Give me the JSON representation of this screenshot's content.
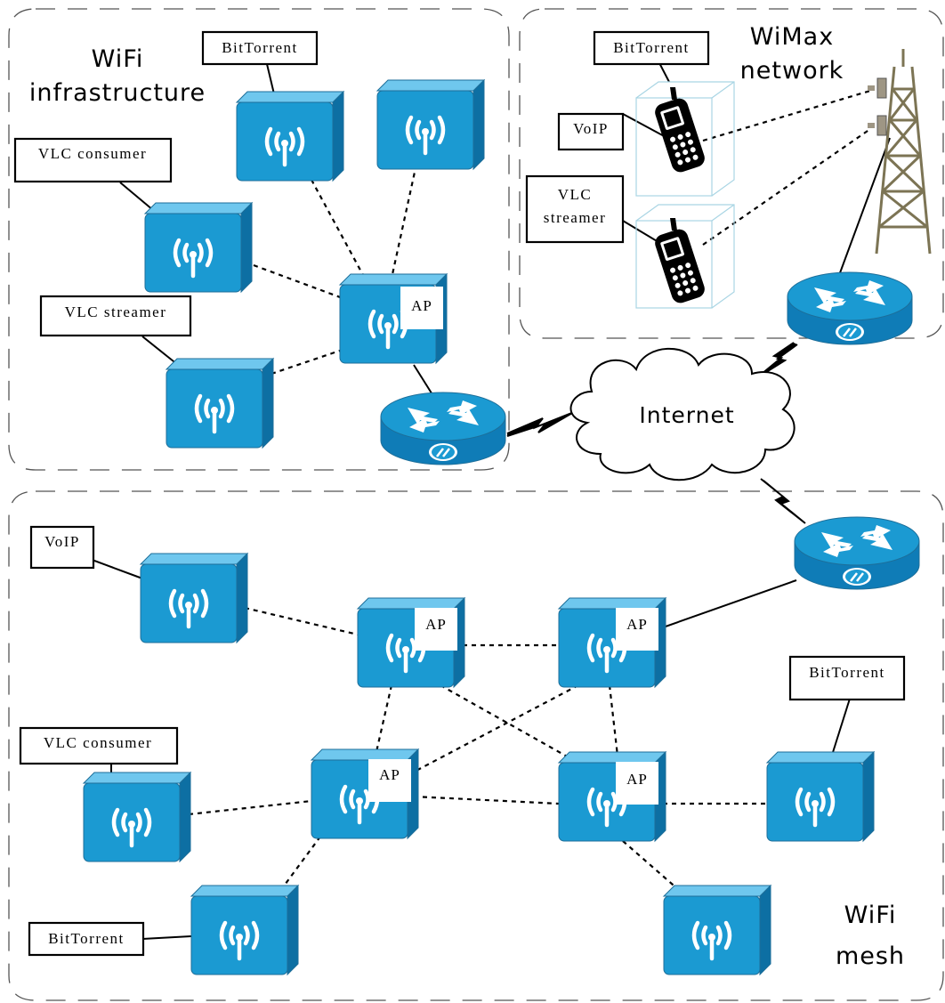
{
  "regions": {
    "wifi_infrastructure": [
      "WiFi",
      "infrastructure"
    ],
    "wimax_network": [
      "WiMax",
      "network"
    ],
    "wifi_mesh": [
      "WiFi",
      "mesh"
    ]
  },
  "cloud": {
    "label": "Internet"
  },
  "ap_label": "AP",
  "infra_labels": {
    "bittorrent": "BitTorrent",
    "vlc_consumer": "VLC consumer",
    "vlc_streamer": "VLC streamer"
  },
  "wimax_labels": {
    "bittorrent": "BitTorrent",
    "voip": "VoIP",
    "vlc_streamer": [
      "VLC",
      "streamer"
    ]
  },
  "mesh_labels": {
    "voip": "VoIP",
    "vlc_consumer": "VLC consumer",
    "bittorrent_left": "BitTorrent",
    "bittorrent_right": "BitTorrent"
  },
  "colors": {
    "device_front": "#1b9ad2",
    "device_top": "#6fc7ee",
    "device_side": "#0d6fa3",
    "router": "#1b9ad2",
    "tower": "#7c7454"
  }
}
